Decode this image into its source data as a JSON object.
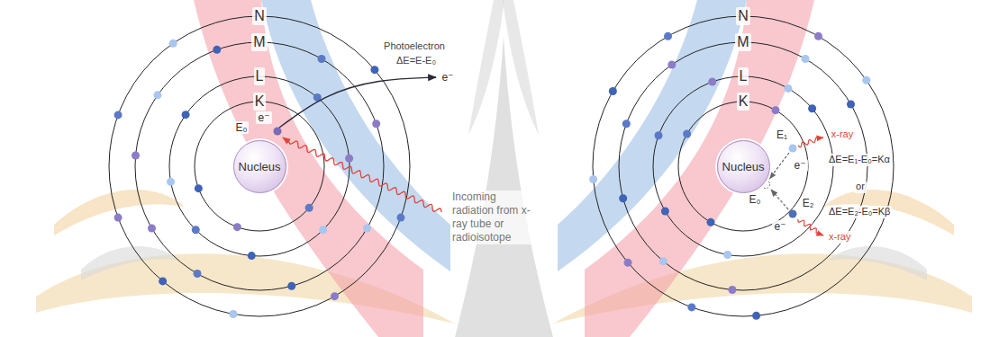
{
  "diagram": {
    "nodes": [
      {
        "text": [
          "Nucleus"
        ]
      },
      {
        "text": [
          "Nucleus"
        ]
      }
    ],
    "labels": [
      "N",
      "M",
      "L",
      "K",
      "Photoelectron",
      "ΔE=E-E₀",
      "e⁻",
      "e⁻",
      "E₀",
      "Incoming radiation from x-ray tube or radioisotope",
      "N",
      "M",
      "L",
      "K",
      "x-ray",
      "ΔE=E₁-E₀=Kα",
      "E₁",
      "e⁻",
      "or",
      "E₀",
      "ΔE=E₂-E₀=Kβ",
      "E₂",
      "e⁻",
      "x-ray"
    ]
  }
}
